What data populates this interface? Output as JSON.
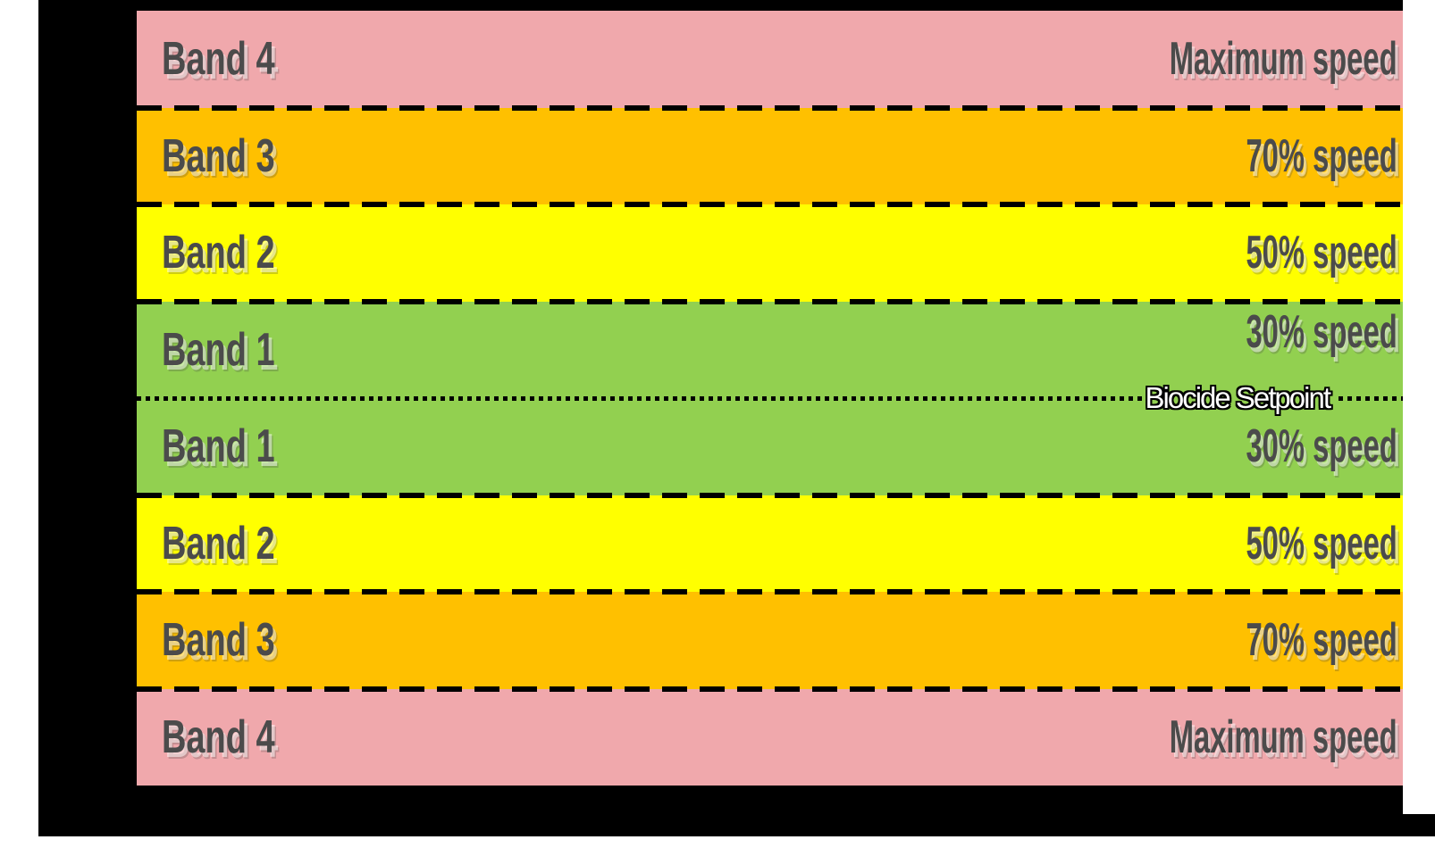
{
  "page": {
    "background_color": "#FFFFFF",
    "panel_color": "#000000"
  },
  "diagram": {
    "bands": [
      {
        "name": "Band 4",
        "speed": "Maximum speed",
        "color": "#F0A8AC"
      },
      {
        "name": "Band 3",
        "speed": "70% speed",
        "color": "#FFC000"
      },
      {
        "name": "Band 2",
        "speed": "50% speed",
        "color": "#FFFF00"
      },
      {
        "name": "Band 1",
        "speed": "30% speed",
        "color": "#92D050"
      },
      {
        "name": "Band 1",
        "speed": "30% speed",
        "color": "#92D050"
      },
      {
        "name": "Band 2",
        "speed": "50% speed",
        "color": "#FFFF00"
      },
      {
        "name": "Band 3",
        "speed": "70% speed",
        "color": "#FFC000"
      },
      {
        "name": "Band 4",
        "speed": "Maximum speed",
        "color": "#F0A8AC"
      }
    ],
    "setpoint": {
      "label": "Biocide Setpoint",
      "text_color": "#FFFFFF",
      "outline_color": "#000000"
    },
    "colors": {
      "band_1_green": "#92D050",
      "band_2_yellow": "#FFFF00",
      "band_3_orange": "#FFC000",
      "band_4_pink": "#F0A8AC",
      "separator_line": "#000000",
      "label_text": "#4B4B4B"
    }
  }
}
